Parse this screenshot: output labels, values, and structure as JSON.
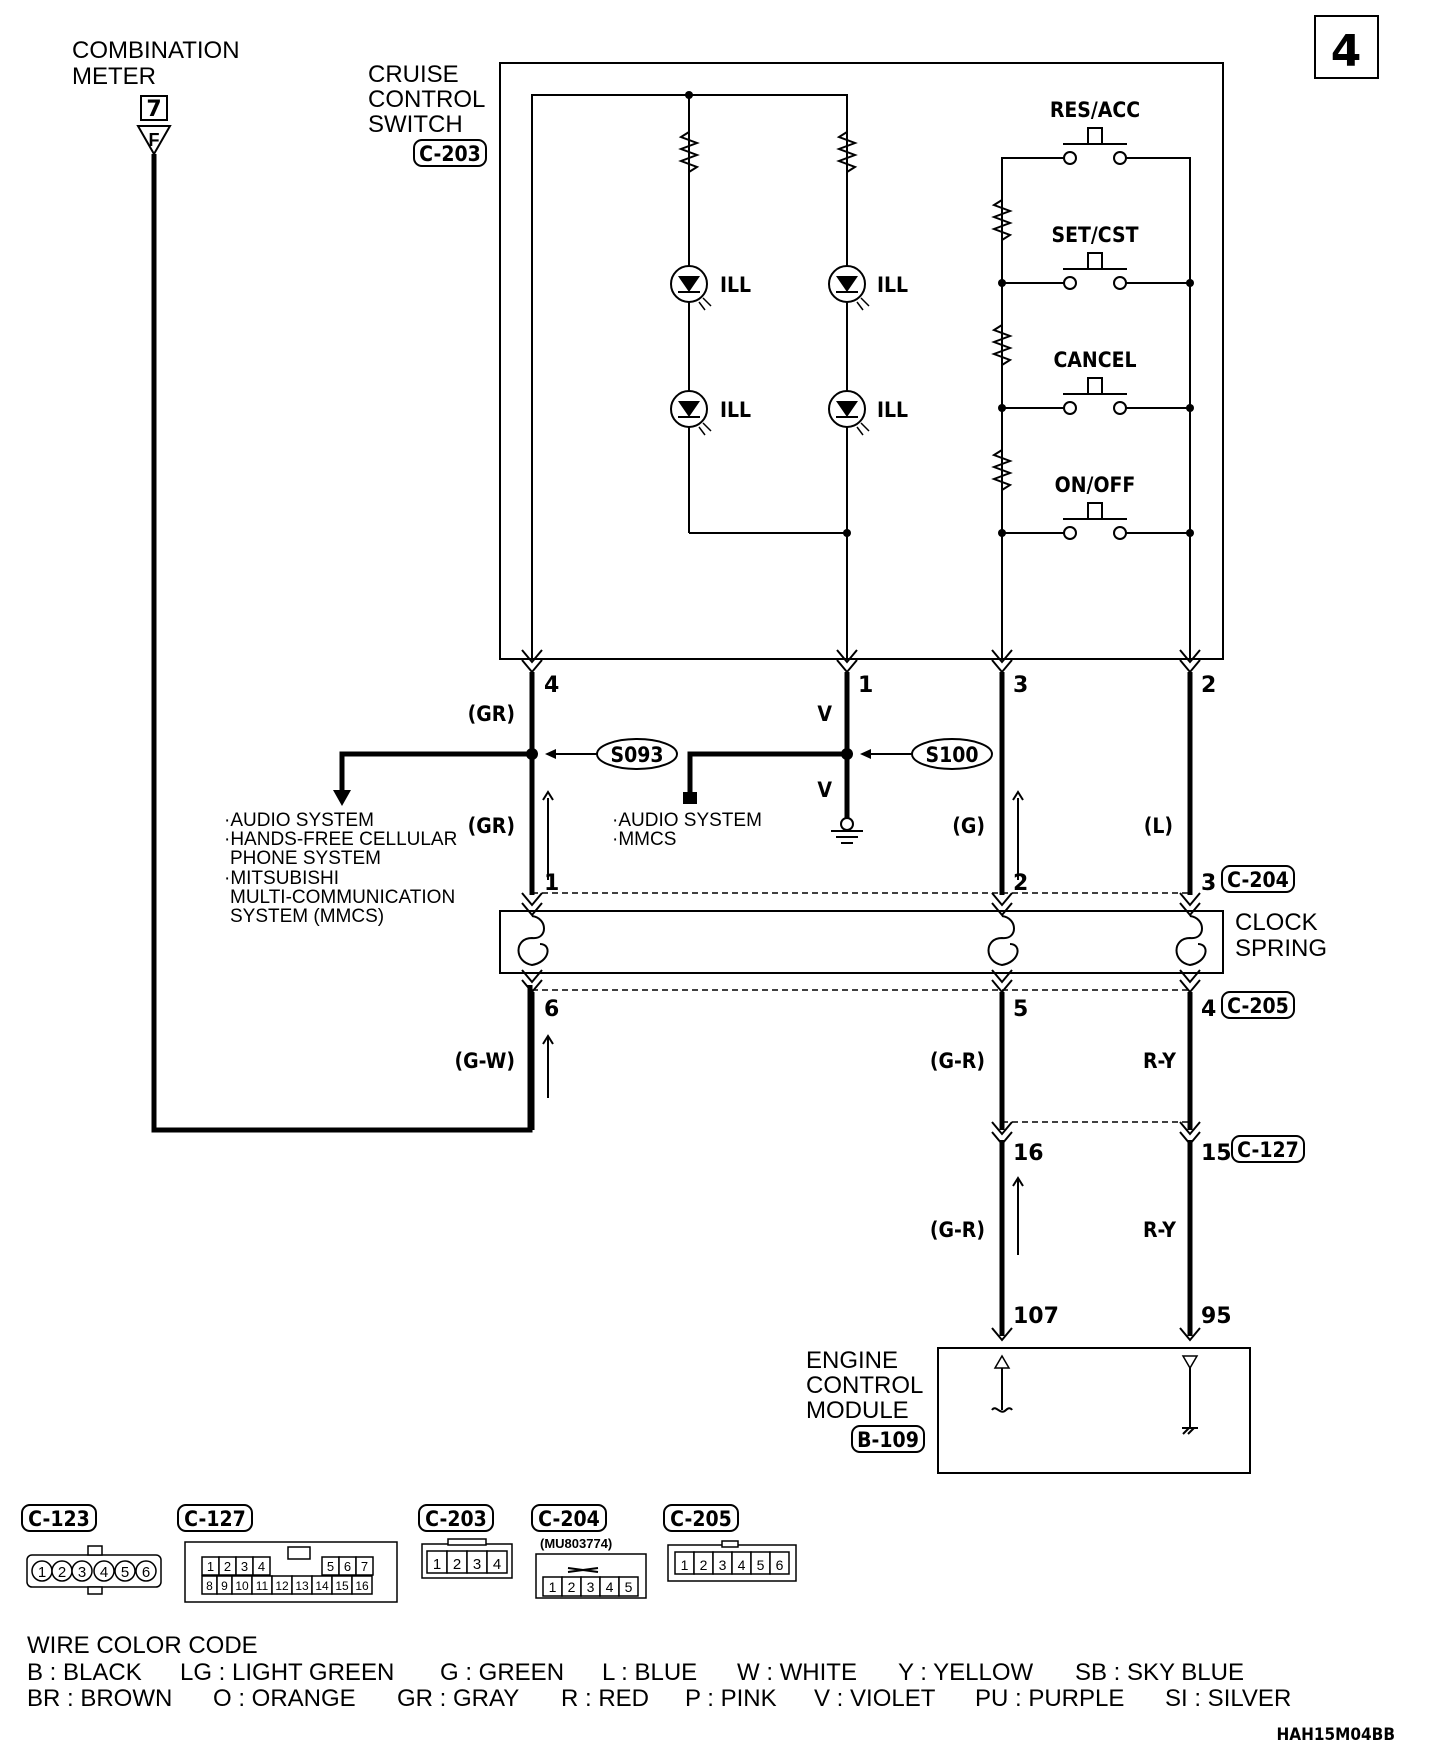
{
  "page_number": "4",
  "figure_id": "HAH15M04BB",
  "combination_meter": {
    "label_line1": "COMBINATION",
    "label_line2": "METER",
    "pin": "7",
    "terminal_letter": "F"
  },
  "cruise_switch": {
    "label_line1": "CRUISE",
    "label_line2": "CONTROL",
    "label_line3": "SWITCH",
    "connector": "C-203"
  },
  "switches": [
    "RES/ACC",
    "SET/CST",
    "CANCEL",
    "ON/OFF"
  ],
  "ill_label": "ILL",
  "pins_top": [
    "4",
    "1",
    "3",
    "2"
  ],
  "wire_colors": {
    "gr_upper": "(GR)",
    "gr_lower": "(GR)",
    "v_upper": "V",
    "v_lower": "V",
    "g": "(G)",
    "l": "(L)",
    "gw": "(G-W)",
    "gr_r1": "(G-R)",
    "ry1": "R-Y",
    "gr_r2": "(G-R)",
    "ry2": "R-Y"
  },
  "splices": [
    "S093",
    "S100"
  ],
  "audio_left": [
    "·AUDIO SYSTEM",
    "·HANDS-FREE CELLULAR",
    "PHONE SYSTEM",
    "·MITSUBISHI",
    "MULTI-COMMUNICATION",
    "SYSTEM (MMCS)"
  ],
  "audio_mid": [
    "·AUDIO SYSTEM",
    "·MMCS"
  ],
  "c204": {
    "connector": "C-204",
    "pins": [
      "1",
      "2",
      "3"
    ]
  },
  "clock_spring": {
    "label_line1": "CLOCK",
    "label_line2": "SPRING"
  },
  "c205": {
    "connector": "C-205",
    "pins": [
      "6",
      "5",
      "4"
    ]
  },
  "c127": {
    "connector": "C-127",
    "pins": [
      "16",
      "15"
    ]
  },
  "ecm": {
    "label_line1": "ENGINE",
    "label_line2": "CONTROL",
    "label_line3": "MODULE",
    "connector": "B-109",
    "pins": [
      "107",
      "95"
    ]
  },
  "connector_views": [
    {
      "name": "C-123",
      "pins": [
        "1",
        "2",
        "3",
        "4",
        "5",
        "6"
      ]
    },
    {
      "name": "C-127",
      "row1": [
        "1",
        "2",
        "3",
        "4",
        "5",
        "6",
        "7"
      ],
      "row2": [
        "8",
        "9",
        "10",
        "11",
        "12",
        "13",
        "14",
        "15",
        "16"
      ]
    },
    {
      "name": "C-203",
      "pins": [
        "1",
        "2",
        "3",
        "4"
      ]
    },
    {
      "name": "C-204",
      "part_no": "(MU803774)",
      "pins": [
        "1",
        "2",
        "3",
        "4",
        "5"
      ]
    },
    {
      "name": "C-205",
      "pins": [
        "1",
        "2",
        "3",
        "4",
        "5",
        "6"
      ]
    }
  ],
  "wire_color_code": {
    "title": "WIRE COLOR CODE",
    "row1": [
      "B : BLACK",
      "LG : LIGHT GREEN",
      "G : GREEN",
      "L : BLUE",
      "W : WHITE",
      "Y : YELLOW",
      "SB : SKY BLUE"
    ],
    "row2": [
      "BR : BROWN",
      "O : ORANGE",
      "GR : GRAY",
      "R : RED",
      "P : PINK",
      "V : VIOLET",
      "PU : PURPLE",
      "SI : SILVER"
    ]
  }
}
